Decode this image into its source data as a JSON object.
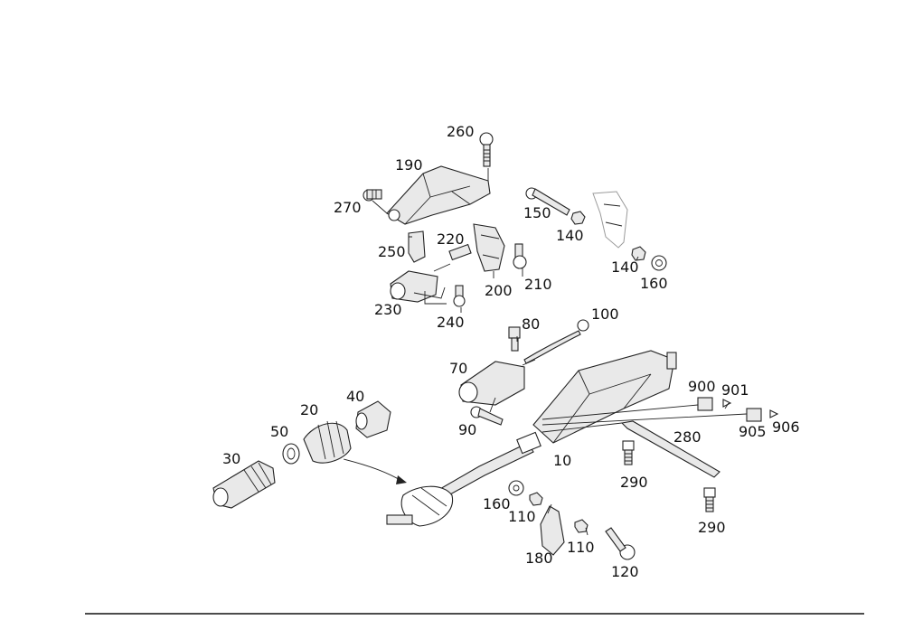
{
  "labels": {
    "l260": "260",
    "l190": "190",
    "l270": "270",
    "l150": "150",
    "l140a": "140",
    "l220": "220",
    "l250": "250",
    "l200": "200",
    "l210": "210",
    "l140b": "140",
    "l160a": "160",
    "l230": "230",
    "l240": "240",
    "l80": "80",
    "l100": "100",
    "l70": "70",
    "l90": "90",
    "l40": "40",
    "l20": "20",
    "l50": "50",
    "l30": "30",
    "l900": "900",
    "l901": "901",
    "l905": "905",
    "l906": "906",
    "l280": "280",
    "l10": "10",
    "l290a": "290",
    "l290b": "290",
    "l160b": "160",
    "l110a": "110",
    "l110b": "110",
    "l180": "180",
    "l120": "120"
  },
  "colors": {
    "line": "#222222",
    "fill": "#ffffff",
    "shade": "#e9e9e9"
  }
}
